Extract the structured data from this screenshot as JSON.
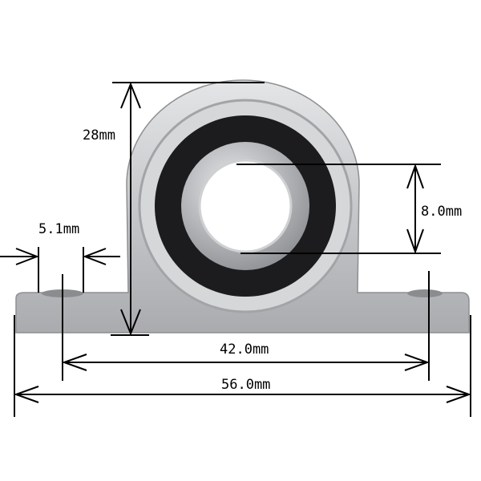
{
  "dimensions": {
    "height": "28mm",
    "bore": "8.0mm",
    "slot_width": "5.1mm",
    "hole_spacing": "42.0mm",
    "total_length": "56.0mm"
  },
  "colors": {
    "housing": "#c9cacc",
    "housing_shadow": "#9fa1a4",
    "seal": "#1c1c1e",
    "inner_ring": "#b9babd",
    "line": "#000000"
  }
}
